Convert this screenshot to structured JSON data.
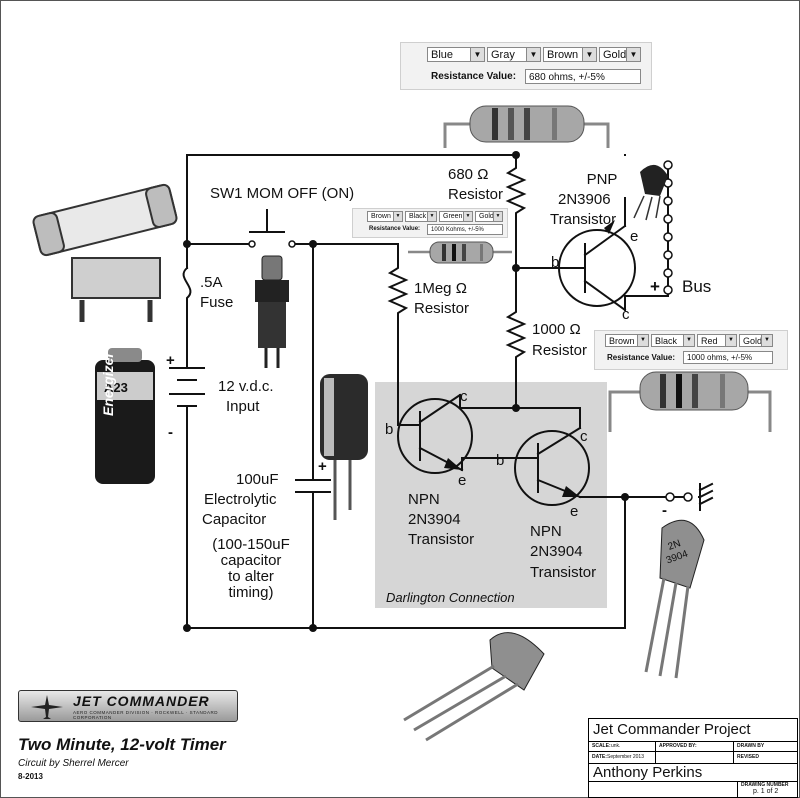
{
  "resistor_calc_680": {
    "bands": [
      "Blue",
      "Gray",
      "Brown",
      "Gold"
    ],
    "resistance_label": "Resistance Value:",
    "resistance_value": "680 ohms, +/-5%"
  },
  "resistor_calc_1meg": {
    "bands": [
      "Brown",
      "Black",
      "Green",
      "Gold"
    ],
    "resistance_label": "Resistance Value:",
    "resistance_value": "1000 Kohms, +/-5%"
  },
  "resistor_calc_1000": {
    "bands": [
      "Brown",
      "Black",
      "Red",
      "Gold"
    ],
    "resistance_label": "Resistance Value:",
    "resistance_value": "1000 ohms, +/-5%"
  },
  "labels": {
    "switch": "SW1 MOM OFF (ON)",
    "fuse_value": ".5A",
    "fuse": "Fuse",
    "batt_plus": "+",
    "batt_minus": "-",
    "batt_voltage": "12 v.d.c.",
    "batt_input": "Input",
    "r680_value": "680 Ω",
    "r680_name": "Resistor",
    "pnp_type": "PNP",
    "pnp_part": "2N3906",
    "pnp_name": "Transistor",
    "pnp_e": "e",
    "pnp_b": "b",
    "pnp_c": "c",
    "bus_plus": "+",
    "bus": "Bus",
    "r1meg_value": "1Meg Ω",
    "r1meg_name": "Resistor",
    "r1000_value": "1000 Ω",
    "r1000_name": "Resistor",
    "q1_c": "c",
    "q1_b": "b",
    "q1_e": "e",
    "q1_type": "NPN",
    "q1_part": "2N3904",
    "q1_name": "Transistor",
    "q2_c": "c",
    "q2_b": "b",
    "q2_e": "e",
    "q2_type": "NPN",
    "q2_part": "2N3904",
    "q2_name": "Transistor",
    "ground_minus": "-",
    "cap_plus": "+",
    "cap_value": "100uF",
    "cap_type": "Electrolytic",
    "cap_name": "Capacitor",
    "cap_note_1": "(100-150uF",
    "cap_note_2": "capacitor",
    "cap_note_3": "to alter",
    "cap_note_4": "timing)",
    "darlington": "Darlington Connection",
    "battery_brand": "Energizer",
    "battery_model": "A23",
    "transistor_mark_1": "2N",
    "transistor_mark_2": "3904"
  },
  "logo": {
    "name": "JET COMMANDER",
    "sub": "AERO COMMANDER DIVISION · ROCKWELL · STANDARD CORPORATION"
  },
  "footer": {
    "title": "Two Minute, 12-volt Timer",
    "credit": "Circuit by Sherrel Mercer",
    "code": "8-2013"
  },
  "title_block": {
    "project": "Jet Commander Project",
    "scale_label": "SCALE:",
    "scale_value": "unk.",
    "approved_label": "APPROVED BY:",
    "drawn_label": "DRAWN BY",
    "date_label": "DATE:",
    "date_value": "September 2013",
    "revised_label": "REVISED",
    "name": "Anthony Perkins",
    "drawing_label": "DRAWING NUMBER",
    "page": "p. 1 of 2"
  }
}
